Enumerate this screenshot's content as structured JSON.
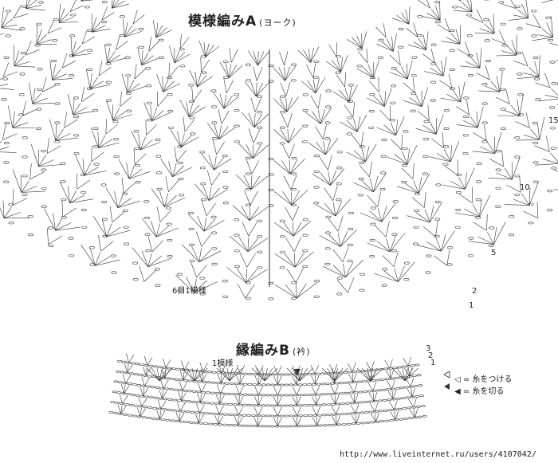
{
  "chart_a": {
    "title": "模様編みA",
    "subtitle": "(ヨーク)",
    "repeat_label": "6目1模様",
    "row_labels": [
      "15",
      "10",
      "5",
      "2",
      "1"
    ]
  },
  "chart_b": {
    "title": "縁編みB",
    "subtitle": "(衿)",
    "repeat_label": "1模様",
    "row_labels": [
      "3",
      "2",
      "1"
    ]
  },
  "legend": {
    "attach": "◁ = 糸をつける",
    "cut": "◀ = 糸を切る"
  },
  "watermark": "http://www.liveinternet.ru/users/4107042/",
  "colors": {
    "ink": "#333333",
    "background": "#ffffff"
  }
}
